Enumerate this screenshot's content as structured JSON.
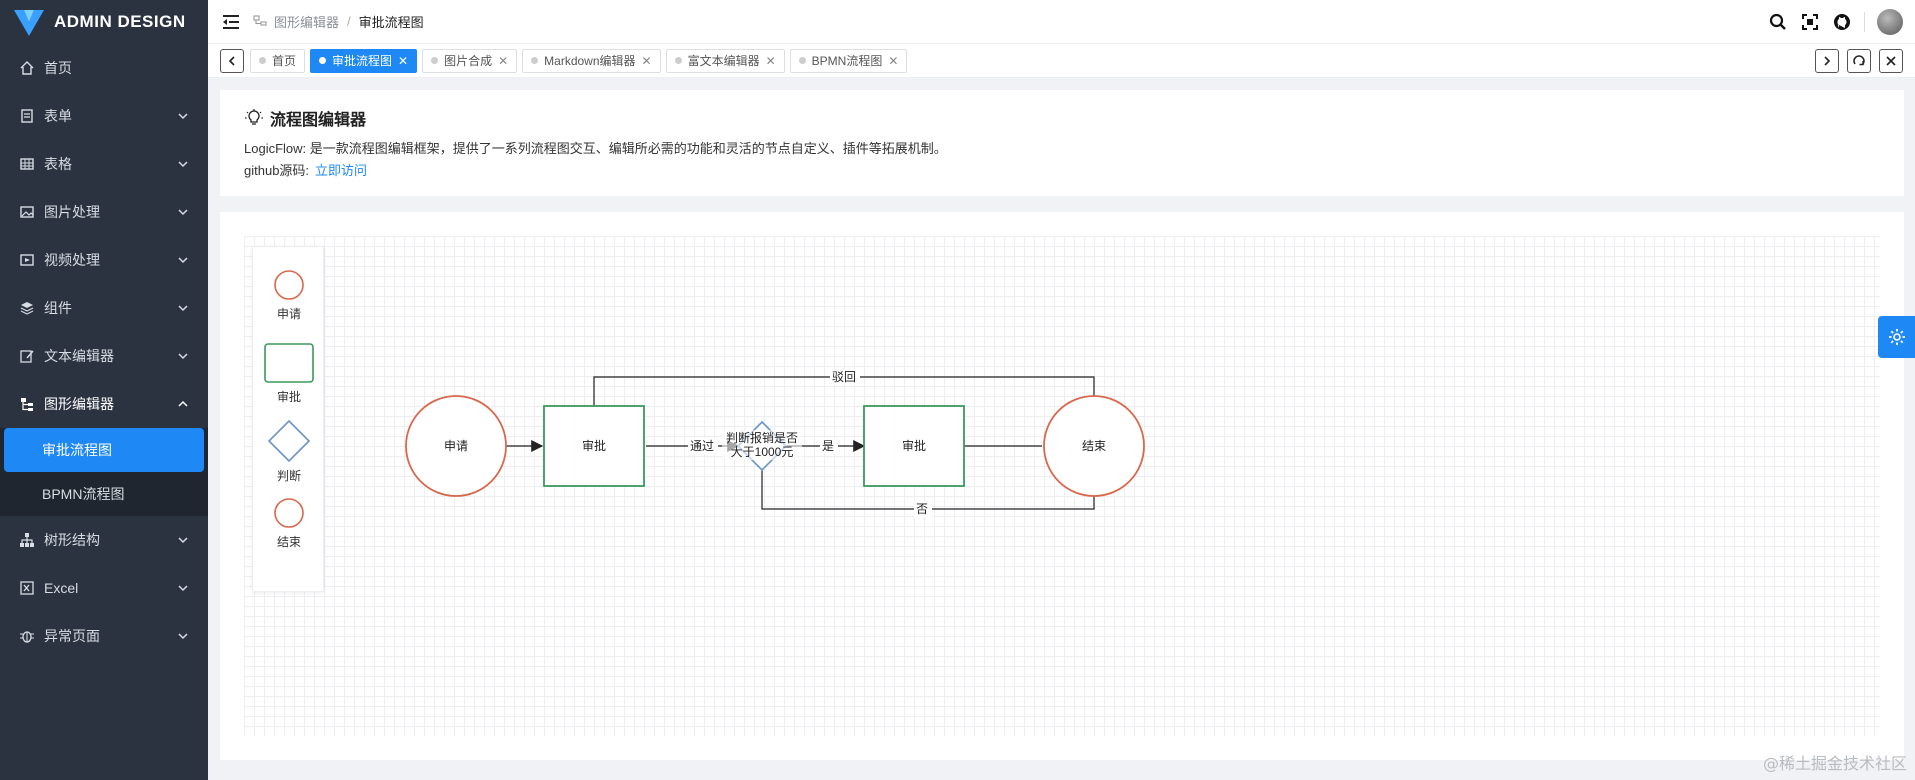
{
  "app": {
    "brand": "ADMIN DESIGN"
  },
  "sidebar": {
    "items": [
      {
        "label": "首页",
        "icon": "home-icon"
      },
      {
        "label": "表单",
        "icon": "form-icon"
      },
      {
        "label": "表格",
        "icon": "table-icon"
      },
      {
        "label": "图片处理",
        "icon": "image-icon"
      },
      {
        "label": "视频处理",
        "icon": "video-icon"
      },
      {
        "label": "组件",
        "icon": "layers-icon"
      },
      {
        "label": "文本编辑器",
        "icon": "edit-icon"
      },
      {
        "label": "图形编辑器",
        "icon": "graph-icon"
      },
      {
        "label": "树形结构",
        "icon": "tree-icon"
      },
      {
        "label": "Excel",
        "icon": "excel-icon"
      },
      {
        "label": "异常页面",
        "icon": "bug-icon"
      }
    ],
    "submenu": [
      {
        "label": "审批流程图",
        "active": true
      },
      {
        "label": "BPMN流程图",
        "active": false
      }
    ]
  },
  "header": {
    "breadcrumb": [
      "图形编辑器",
      "审批流程图"
    ]
  },
  "tabs": [
    {
      "label": "首页",
      "active": false
    },
    {
      "label": "审批流程图",
      "active": true
    },
    {
      "label": "图片合成",
      "active": false
    },
    {
      "label": "Markdown编辑器",
      "active": false
    },
    {
      "label": "富文本编辑器",
      "active": false
    },
    {
      "label": "BPMN流程图",
      "active": false
    }
  ],
  "info": {
    "title": "流程图编辑器",
    "desc": "LogicFlow: 是一款流程图编辑框架，提供了一系列流程图交互、编辑所必需的功能和灵活的节点自定义、插件等拓展机制。",
    "source_label": "github源码:",
    "source_link": "立即访问"
  },
  "palette": [
    {
      "label": "申请",
      "shape": "circle"
    },
    {
      "label": "审批",
      "shape": "rect"
    },
    {
      "label": "判断",
      "shape": "diamond"
    },
    {
      "label": "结束",
      "shape": "circle"
    }
  ],
  "flow": {
    "nodes": {
      "start": "申请",
      "approve1": "审批",
      "decision_line1": "判断报销是否",
      "decision_line2": "大于1000元",
      "approve2": "审批",
      "end": "结束"
    },
    "edges": {
      "pass": "通过",
      "yes": "是",
      "reject": "驳回",
      "no": "否"
    }
  },
  "colors": {
    "accent": "#1e88f5",
    "sidebar_bg": "#2b3340",
    "node_circle": "#d9674c",
    "node_rect": "#3a9a5b",
    "node_diamond": "#6b93c8"
  },
  "watermark": "@稀土掘金技术社区"
}
